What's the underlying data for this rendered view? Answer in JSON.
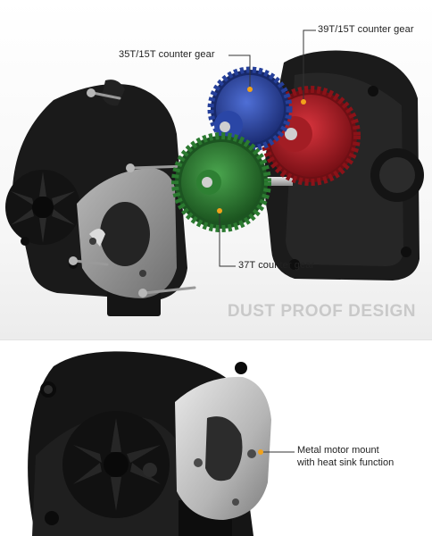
{
  "callouts": {
    "gear_35_15": "35T/15T counter gear",
    "gear_39_15": "39T/15T counter gear",
    "gear_37": "37T counter gear"
  },
  "headline": "DUST PROOF DESIGN",
  "motor_mount": {
    "line1": "Metal motor mount",
    "line2": "with heat sink function"
  },
  "colors": {
    "housing": "#1a1a1a",
    "blue_gear": "#2f4aa8",
    "red_gear": "#b3222a",
    "green_gear": "#2f7d32",
    "metal_plate": "#8d8d8d",
    "callout_dot": "#f2a21b",
    "headline": "#c9c9c9"
  }
}
